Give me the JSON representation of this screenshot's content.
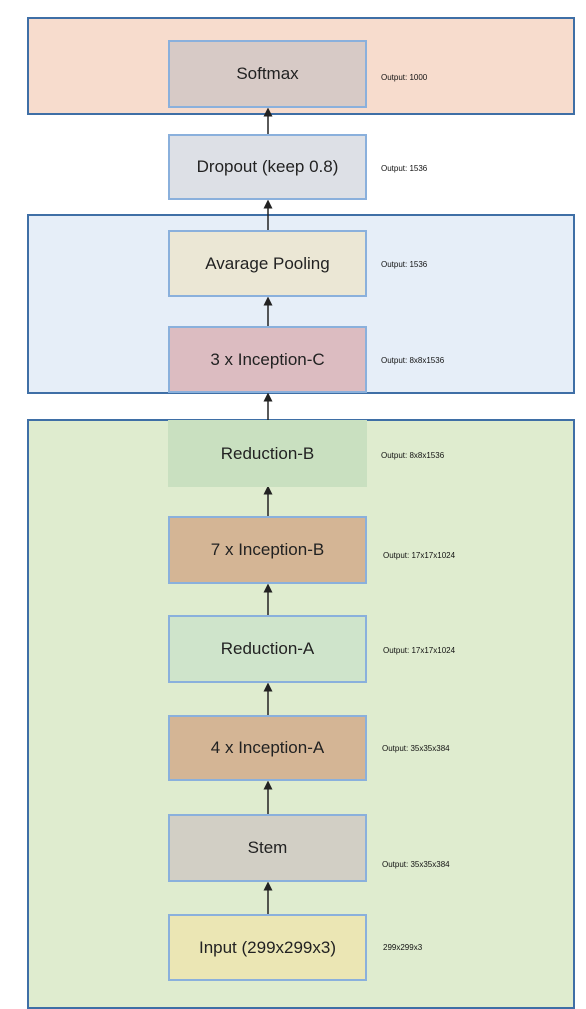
{
  "blocks": {
    "softmax": "Softmax",
    "dropout": "Dropout (keep 0.8)",
    "avgpool": "Avarage Pooling",
    "inception_c": "3 x Inception-C",
    "reduction_b": "Reduction-B",
    "inception_b": "7 x Inception-B",
    "reduction_a": "Reduction-A",
    "inception_a": "4 x Inception-A",
    "stem": "Stem",
    "input": "Input (299x299x3)"
  },
  "outputs": {
    "softmax": "Output: 1000",
    "dropout": "Output: 1536",
    "avgpool": "Output: 1536",
    "inception_c": "Output: 8x8x1536",
    "reduction_b": "Output: 8x8x1536",
    "inception_b": "Output: 17x17x1024",
    "reduction_a": "Output: 17x17x1024",
    "inception_a": "Output: 35x35x384",
    "stem": "Output: 35x35x384",
    "input": "299x299x3"
  },
  "colors": {
    "region_border": "#3f6fa6",
    "output_region": "#f7dccd",
    "pooling_region": "#e6eef8",
    "body_region": "#dfeccf",
    "arrow": "#222222"
  }
}
